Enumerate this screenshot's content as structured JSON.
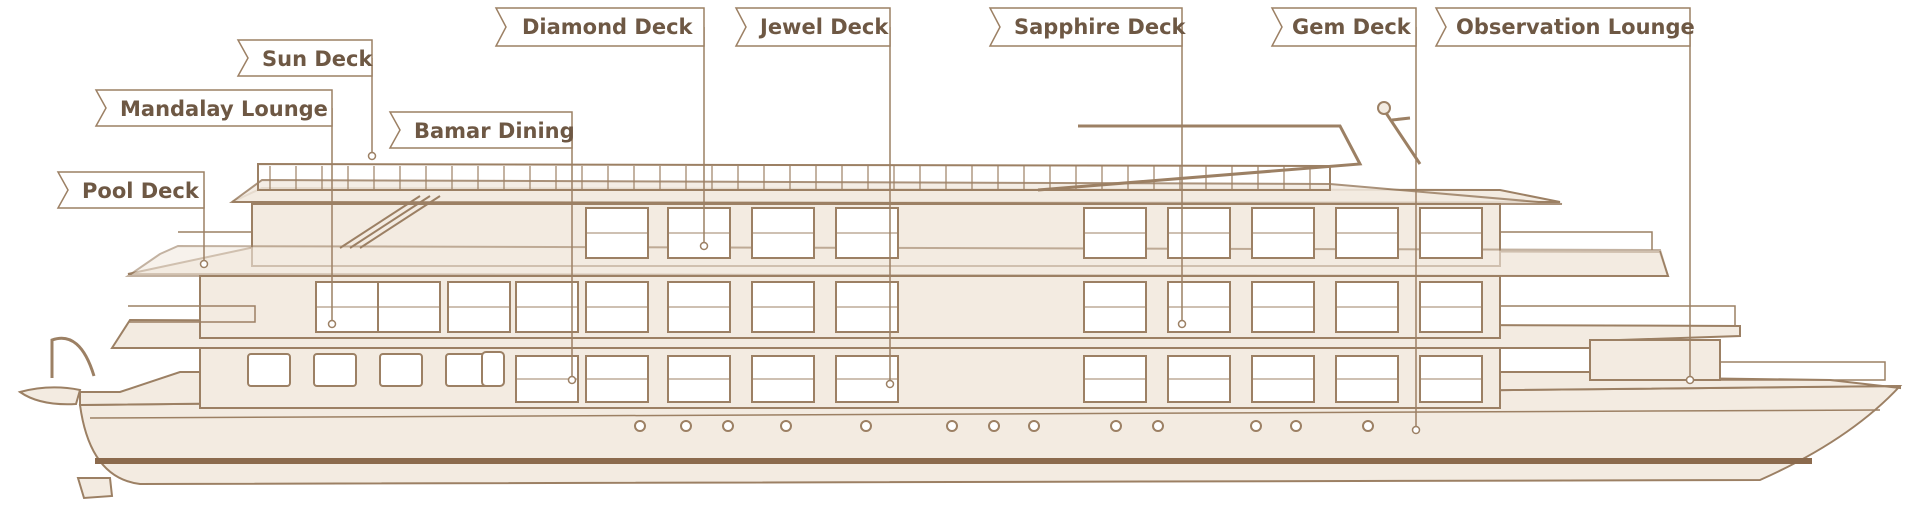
{
  "colors": {
    "line": "#9c8064",
    "fill": "#f3ebe1",
    "window": "#ffffff",
    "accent": "#8b6a4d",
    "label_text": "#6e5844"
  },
  "labels": {
    "pool_deck": "Pool Deck",
    "mandalay_lounge": "Mandalay Lounge",
    "sun_deck": "Sun Deck",
    "bamar_dining": "Bamar Dining",
    "diamond_deck": "Diamond Deck",
    "jewel_deck": "Jewel Deck",
    "sapphire_deck": "Sapphire Deck",
    "gem_deck": "Gem Deck",
    "observation_lounge": "Observation Lounge"
  }
}
